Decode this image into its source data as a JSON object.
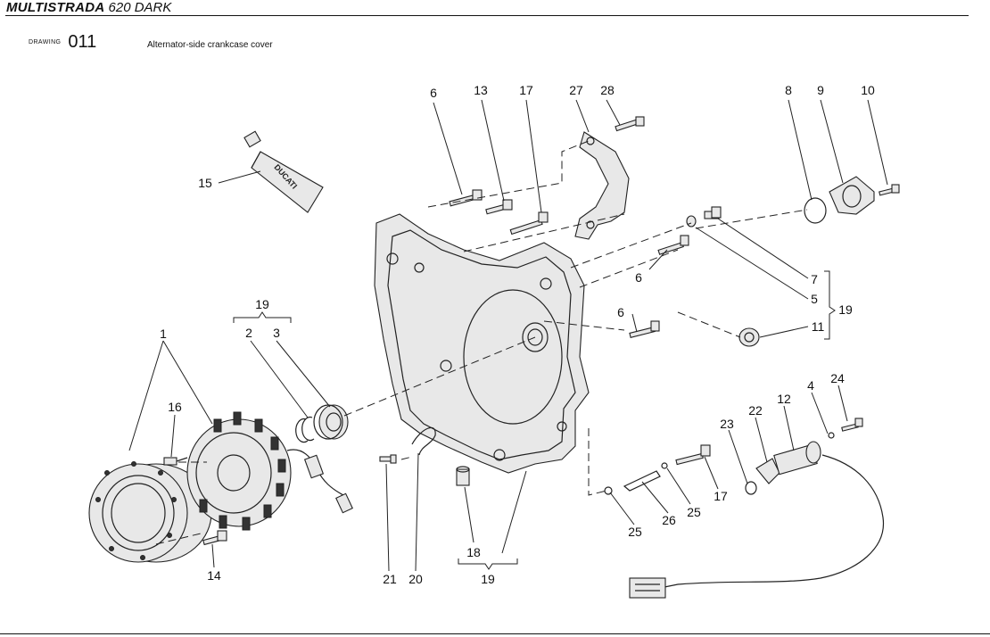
{
  "header": {
    "brand": "MULTISTRADA",
    "variant": "620 DARK",
    "drawing_label": "DRAWING",
    "drawing_number": "011",
    "drawing_title": "Alternator-side crankcase cover"
  },
  "callouts": {
    "c1": "1",
    "c2": "2",
    "c3": "3",
    "c4": "4",
    "c5": "5",
    "c6a": "6",
    "c6b": "6",
    "c6c": "6",
    "c7": "7",
    "c8": "8",
    "c9": "9",
    "c10": "10",
    "c11": "11",
    "c12": "12",
    "c13": "13",
    "c14": "14",
    "c15": "15",
    "c16": "16",
    "c17a": "17",
    "c17b": "17",
    "c18": "18",
    "c19a": "19",
    "c19b": "19",
    "c19c": "19",
    "c20": "20",
    "c21": "21",
    "c22": "22",
    "c23": "23",
    "c24": "24",
    "c25a": "25",
    "c25b": "25",
    "c26": "26",
    "c27": "27",
    "c28": "28"
  },
  "tube_print": "DUCATI"
}
